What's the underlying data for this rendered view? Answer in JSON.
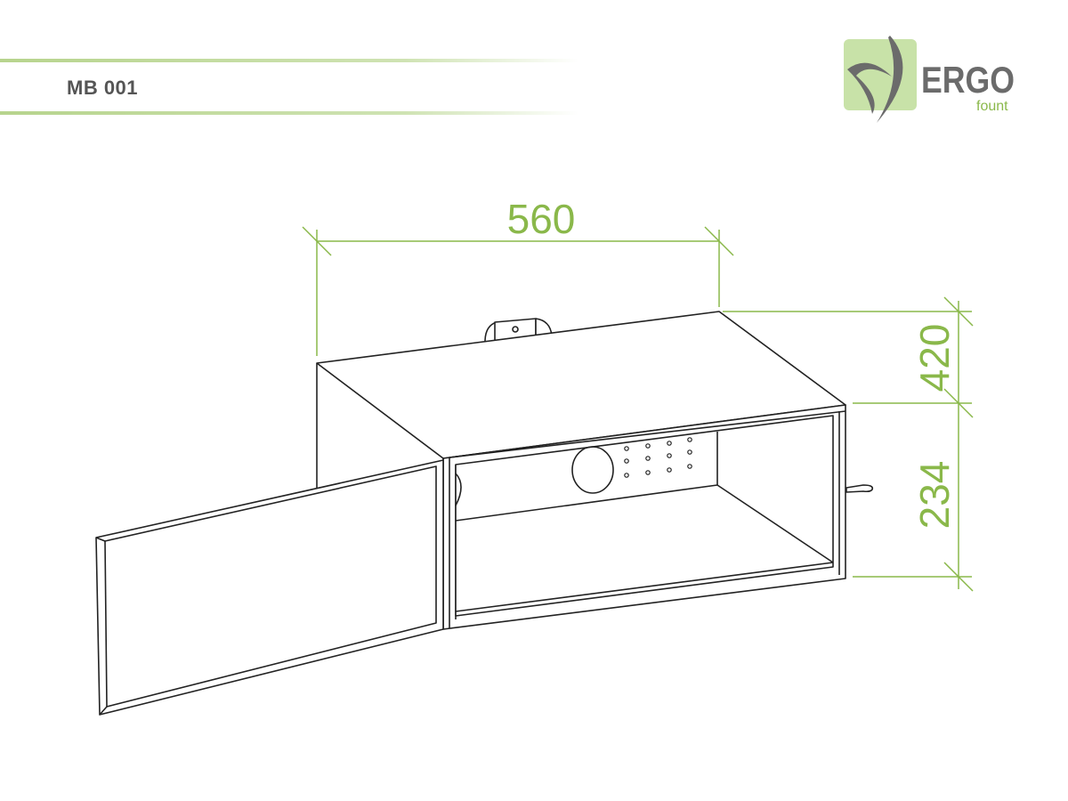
{
  "header": {
    "model": "MB 001"
  },
  "logo": {
    "brand": "ERGO",
    "sub": "fount"
  },
  "dimensions": {
    "width": "560",
    "depth": "420",
    "height": "234"
  },
  "colors": {
    "accent": "#8ab84a",
    "logo_bg": "#c8e2a8",
    "logo_text": "#6b6b6b",
    "line": "#222222"
  }
}
